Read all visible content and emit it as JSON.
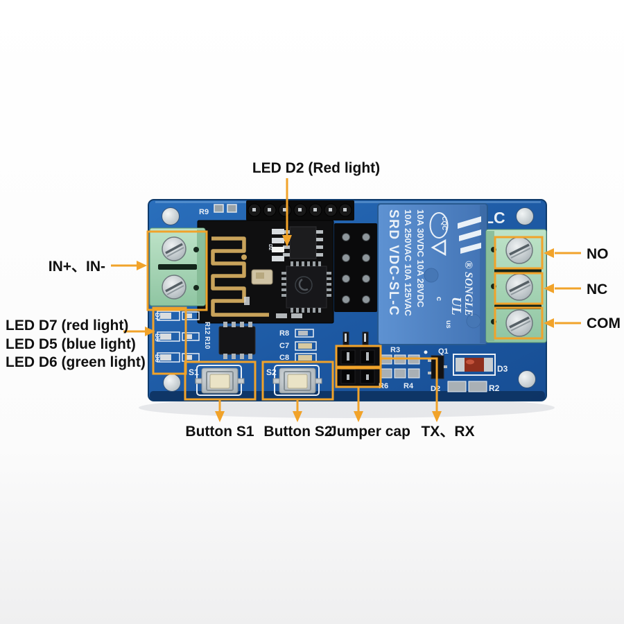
{
  "colors": {
    "annotation_orange": "#F1A32A",
    "board_blue": "#1D59A3",
    "relay_blue": "#4E82C4",
    "terminal_green": "#A8D6B4",
    "label_text": "#101010",
    "background": "#FFFFFF"
  },
  "annotations": {
    "led_d2": "LED D2 (Red light)",
    "in_terminals": "IN+、IN-",
    "led_d7": "LED D7 (red light)",
    "led_d5": "LED D5  (blue light)",
    "led_d6": "LED D6 (green light)",
    "no": "NO",
    "nc": "NC",
    "com": "COM",
    "button_s1": "Button S1",
    "button_s2": "Button S2",
    "jumper_cap": "Jumper cap",
    "tx_rx": "TX、RX"
  },
  "silkscreen": {
    "lc": "LC",
    "r9": "R9",
    "s1": "S1",
    "s2": "S2",
    "r8": "R8",
    "c7": "C7",
    "c8": "C8",
    "r3": "R3",
    "r6": "R6",
    "r4": "R4",
    "q1": "Q1",
    "d3": "D3",
    "d2": "D2",
    "r2": "R2",
    "r12_r10": "R12 R10",
    "d7": "D7",
    "d5": "D5",
    "d6": "D6",
    "esp_d2": "D2"
  },
  "relay": {
    "model": "SRD  VDC-SL-C",
    "rating_ac": "10A 250VAC 10A 125VAC",
    "rating_dc": "10A 30VDC 10A 28VDC",
    "brand": "® SONGLE",
    "cert_cqc": "CQC",
    "ul_c": "c",
    "ul_mark": "UL",
    "ul_us": "us"
  }
}
